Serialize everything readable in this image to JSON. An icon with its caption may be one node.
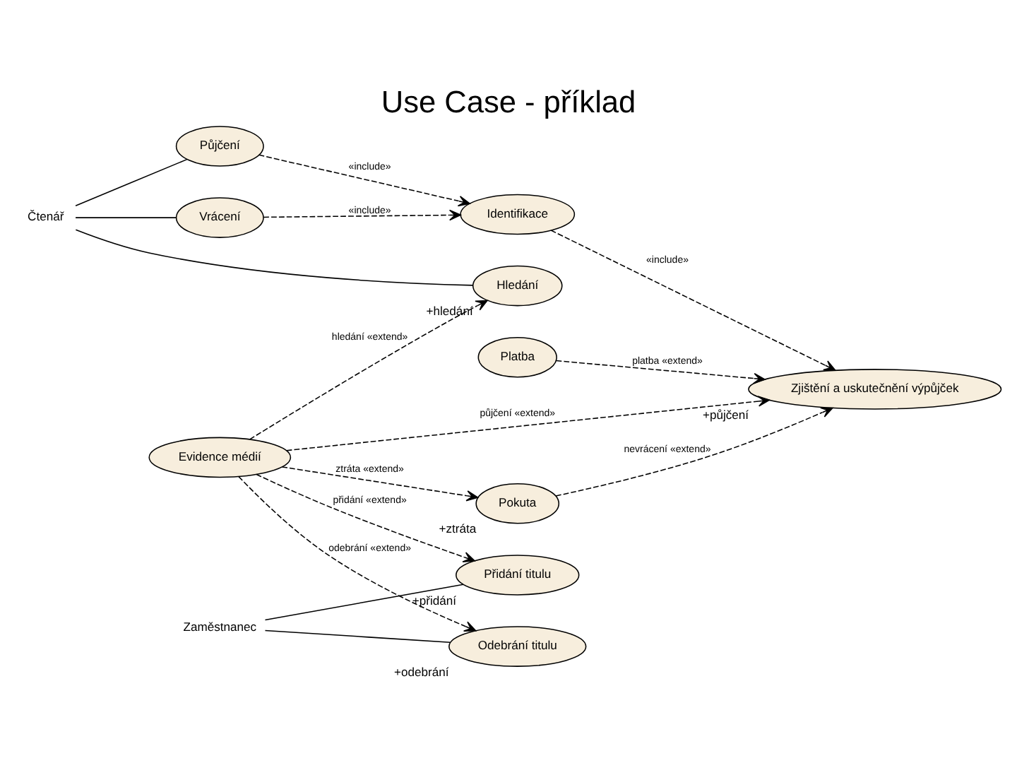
{
  "diagram": {
    "title": "Use Case - příklad",
    "nodes": [
      {
        "text": [
          "Čtenář"
        ]
      },
      {
        "text": [
          "Půjčení"
        ]
      },
      {
        "text": [
          "Platba"
        ]
      },
      {
        "text": [
          "Zjištění a uskutečnění výpůjček"
        ],
        "beside": [
          "+půjčení"
        ]
      },
      {
        "text": [
          "Pokuta"
        ],
        "beside": [
          "+ztráta"
        ]
      },
      {
        "text": [
          "Vrácení"
        ]
      },
      {
        "text": [
          "Identifikace"
        ]
      },
      {
        "text": [
          "Hledání"
        ],
        "beside": [
          "+hledání"
        ]
      },
      {
        "text": [
          "Evidence médií"
        ]
      },
      {
        "text": [
          "Zaměstnanec"
        ]
      },
      {
        "text": [
          "Přidání titulu"
        ],
        "beside": [
          "+přidání"
        ]
      },
      {
        "text": [
          "Odebrání titulu"
        ],
        "beside": [
          "+odebrání"
        ]
      }
    ],
    "edges": [
      {
        "from": 0,
        "to": 1,
        "arrow": "none"
      },
      {
        "from": 0,
        "to": 5,
        "arrow": "none"
      },
      {
        "from": 0,
        "to": 7,
        "arrow": "none"
      },
      {
        "from": 1,
        "to": 6,
        "arrow": "to",
        "label": "«include»",
        "style": "dashed"
      },
      {
        "from": 5,
        "to": 6,
        "arrow": "to",
        "label": "«include»",
        "style": "dashed"
      },
      {
        "from": 6,
        "to": 3,
        "arrow": "to",
        "label": "«include»",
        "style": "dashed"
      },
      {
        "from": 2,
        "to": 3,
        "arrow": "to",
        "label": "platba «extend»",
        "style": "dashed"
      },
      {
        "from": 4,
        "to": 3,
        "arrow": "to",
        "label": "nevrácení «extend»",
        "style": "dashed"
      },
      {
        "from": 8,
        "to": 3,
        "arrow": "to",
        "label": "půjčení «extend»",
        "style": "dashed"
      },
      {
        "from": 8,
        "to": 4,
        "arrow": "to",
        "label": "ztráta «extend»",
        "style": "dashed"
      },
      {
        "from": 8,
        "to": 7,
        "arrow": "to",
        "label": "hledání «extend»",
        "style": "dashed"
      },
      {
        "from": 8,
        "to": 10,
        "arrow": "to",
        "label": "přidání «extend»",
        "style": "dashed"
      },
      {
        "from": 8,
        "to": 11,
        "arrow": "to",
        "label": "odebrání «extend»",
        "style": "dashed"
      },
      {
        "from": 9,
        "to": 10,
        "arrow": "none"
      },
      {
        "from": 9,
        "to": 11,
        "arrow": "none"
      }
    ]
  }
}
